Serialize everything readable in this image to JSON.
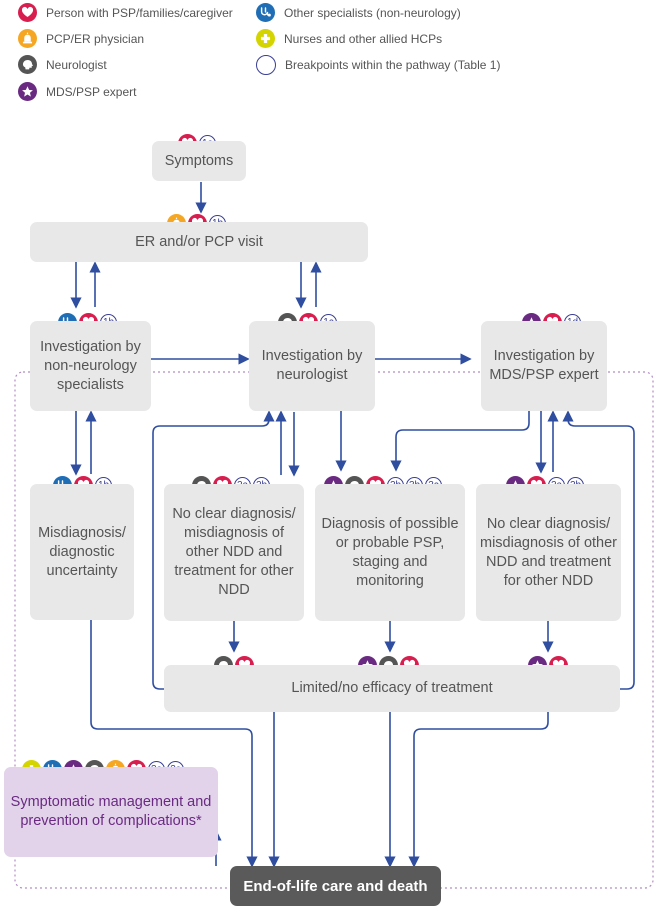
{
  "legend": {
    "person": "Person with PSP/families/caregiver",
    "pcp": "PCP/ER physician",
    "neuro": "Neurologist",
    "mds": "MDS/PSP expert",
    "other_spec": "Other specialists (non-neurology)",
    "nurses": "Nurses and other allied HCPs",
    "breakpoints": "Breakpoints within the pathway (Table 1)"
  },
  "nodes": {
    "symptoms": "Symptoms",
    "er_visit": "ER and/or PCP visit",
    "inv_non_neuro": "Investigation by non-neurology specialists",
    "inv_neuro": "Investigation by neurologist",
    "inv_mds": "Investigation by MDS/PSP expert",
    "misdiagnosis": "Misdiagnosis/ diagnostic uncertainty",
    "no_clear_1": "No clear diagnosis/ misdiagnosis of other NDD and treatment for other NDD",
    "diagnosis_psp": "Diagnosis of possible or probable PSP, staging and monitoring",
    "no_clear_2": "No clear diagnosis/ misdiagnosis of other NDD and treatment for other NDD",
    "limited_efficacy": "Limited/no efficacy of treatment",
    "symptomatic": "Symptomatic management and prevention of complications*",
    "end_of_life": "End-of-life care and death"
  },
  "breakpoints": {
    "b1a": "1a",
    "b1b": "1b",
    "b1c": "1c",
    "b1d": "1d",
    "b2a": "2a",
    "b2b": "2b",
    "b3a": "3a",
    "b3b": "3b",
    "b3c": "3c"
  },
  "colors": {
    "person": "#d81e4e",
    "pcp": "#f5a623",
    "neuro": "#555555",
    "mds": "#6a2a82",
    "other_spec": "#1f6db5",
    "nurses": "#d4d400",
    "arrow": "#2f4ea0",
    "box": "#e8e8e8",
    "dotted": "#b28cc4"
  }
}
